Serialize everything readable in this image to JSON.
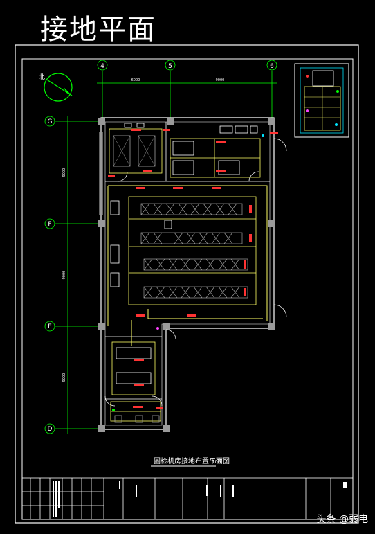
{
  "page_title": "接地平面",
  "drawing_title": "圆检机房接地布置平面图",
  "drawing_title_suffix": "100",
  "axes_top": [
    {
      "label": "4"
    },
    {
      "label": "5"
    },
    {
      "label": "6"
    }
  ],
  "axes_left": [
    {
      "label": "G"
    },
    {
      "label": "F"
    },
    {
      "label": "E"
    },
    {
      "label": "D"
    }
  ],
  "dim_top": [
    "6000",
    "9000"
  ],
  "dim_left": [
    "9000",
    "9000",
    "9000"
  ],
  "north_label": "北",
  "watermark": "头条 @弱电",
  "colors": {
    "frame": "#ffffff",
    "axis": "#00ff00",
    "wall": "#ffffff",
    "equipment": "#ffff66",
    "grounding": "#ff3333",
    "column": "#9a9a9a",
    "cabinet": "#a0a0a0",
    "cyan": "#00e5ff",
    "magenta": "#ff44ff"
  }
}
